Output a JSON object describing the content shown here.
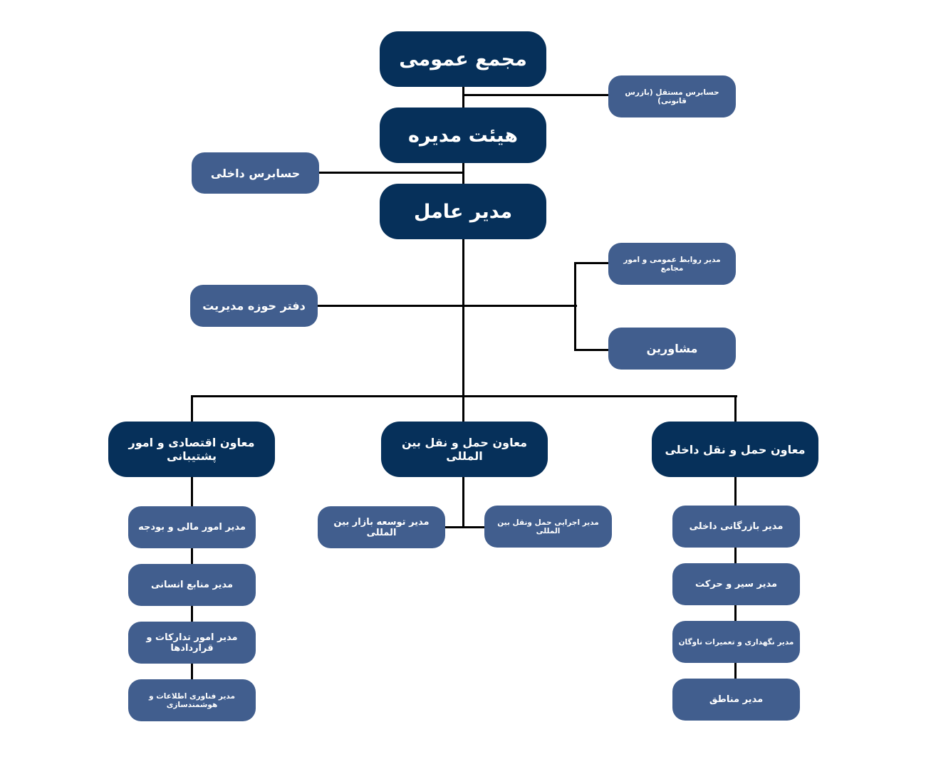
{
  "colors": {
    "primary": "#06305a",
    "secondary": "#415e8e",
    "line": "#000000"
  },
  "top": {
    "general_assembly": "مجمع عمومی",
    "board": "هیئت مدیره",
    "ceo": "مدیر عامل",
    "independent_auditor": "حسابرس مستقل (بازرس قانونی)",
    "internal_auditor": "حسابرس داخلی",
    "management_office": "دفتر حوزه مدیریت",
    "pr_manager": "مدیر روابط عمومی و امور مجامع",
    "advisors": "مشاورین"
  },
  "deputies": {
    "economic": {
      "title": "معاون اقتصادی و امور پشتیبانی",
      "children": [
        "مدیر امور مالی و بودجه",
        "مدیر منابع انسانی",
        "مدیر امور تدارکات و قراردادها",
        "مدیر فناوری اطلاعات و هوشمندسازی"
      ]
    },
    "international": {
      "title": "معاون حمل و نقل بین المللی",
      "children": [
        "مدیر توسعه بازار بین المللی",
        "مدیر اجرایی حمل ونقل بین المللی"
      ]
    },
    "domestic": {
      "title": "معاون حمل و نقل داخلی",
      "children": [
        "مدیر بازرگانی داخلی",
        "مدیر سیر و حرکت",
        "مدیر نگهداری و تعمیرات ناوگان",
        "مدیر مناطق"
      ]
    }
  }
}
